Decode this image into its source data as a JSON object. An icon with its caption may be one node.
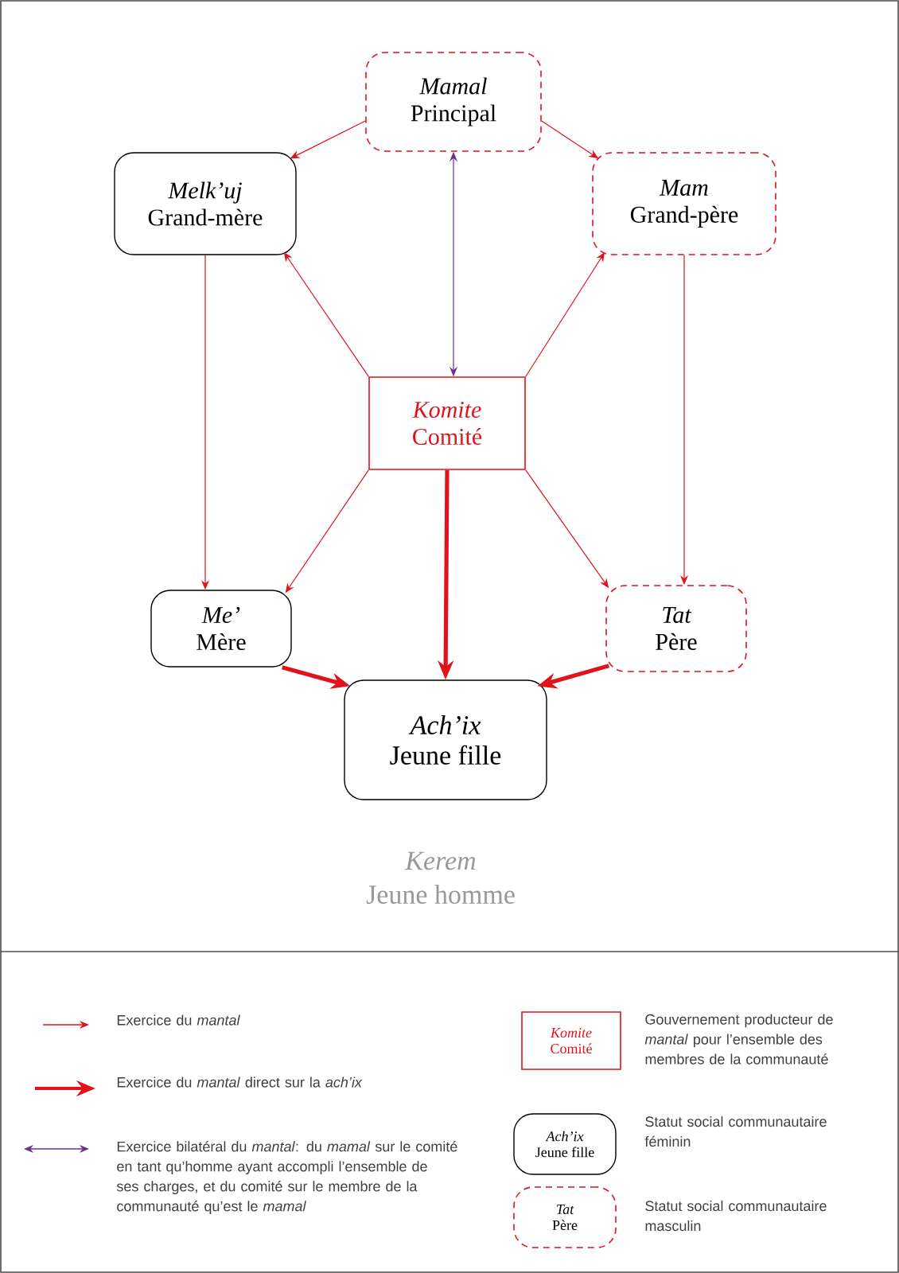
{
  "diagram": {
    "nodes": [
      {
        "text": [
          "Mamal",
          "Principal"
        ]
      },
      {
        "text": [
          "Melk’uj",
          "Grand-mère"
        ]
      },
      {
        "text": [
          "Mam",
          "Grand-père"
        ]
      },
      {
        "text": [
          "Komite",
          "Comité"
        ]
      },
      {
        "text": [
          "Me’",
          "Mère"
        ]
      },
      {
        "text": [
          "Tat",
          "Père"
        ]
      },
      {
        "text": [
          "Ach’ix",
          "Jeune fille"
        ]
      },
      {
        "text": [
          "Komite",
          "Comité"
        ]
      },
      {
        "text": [
          "Ach’ix",
          "Jeune fille"
        ]
      },
      {
        "text": [
          "Tat",
          "Père"
        ]
      }
    ],
    "edges": [
      {
        "from": 0,
        "to": 1,
        "arrow": "to"
      },
      {
        "from": 0,
        "to": 2,
        "arrow": "to"
      },
      {
        "from": 0,
        "to": 3,
        "arrow": "both",
        "color": "#6b2f8c"
      },
      {
        "from": 3,
        "to": 1,
        "arrow": "to"
      },
      {
        "from": 3,
        "to": 2,
        "arrow": "to"
      },
      {
        "from": 1,
        "to": 4,
        "arrow": "to"
      },
      {
        "from": 2,
        "to": 5,
        "arrow": "to"
      },
      {
        "from": 3,
        "to": 4,
        "arrow": "to"
      },
      {
        "from": 3,
        "to": 5,
        "arrow": "to"
      },
      {
        "from": 3,
        "to": 6,
        "arrow": "to",
        "style": "thick"
      },
      {
        "from": 4,
        "to": 6,
        "arrow": "to",
        "style": "thick"
      },
      {
        "from": 5,
        "to": 6,
        "arrow": "to",
        "style": "thick"
      }
    ],
    "labels": [
      "Kerem",
      "Jeune homme"
    ],
    "legend": [
      {
        "text": "Exercice du *mantal*"
      },
      {
        "text": "Exercice du *mantal* direct sur la *ach’ix*"
      },
      {
        "text": "Exercice bilatéral du *mantal*: du *mamal* sur le comité en tant qu’homme ayant accompli l’ensemble de ses charges, et du comité sur le membre de la communauté qu’est le *mamal*"
      },
      {
        "text": "Gouvernement producteur de *mantal* pour l’ensemble des membres de la communauté"
      },
      {
        "text": "Statut social communautaire féminin"
      },
      {
        "text": "Statut social communautaire masculin"
      }
    ]
  }
}
